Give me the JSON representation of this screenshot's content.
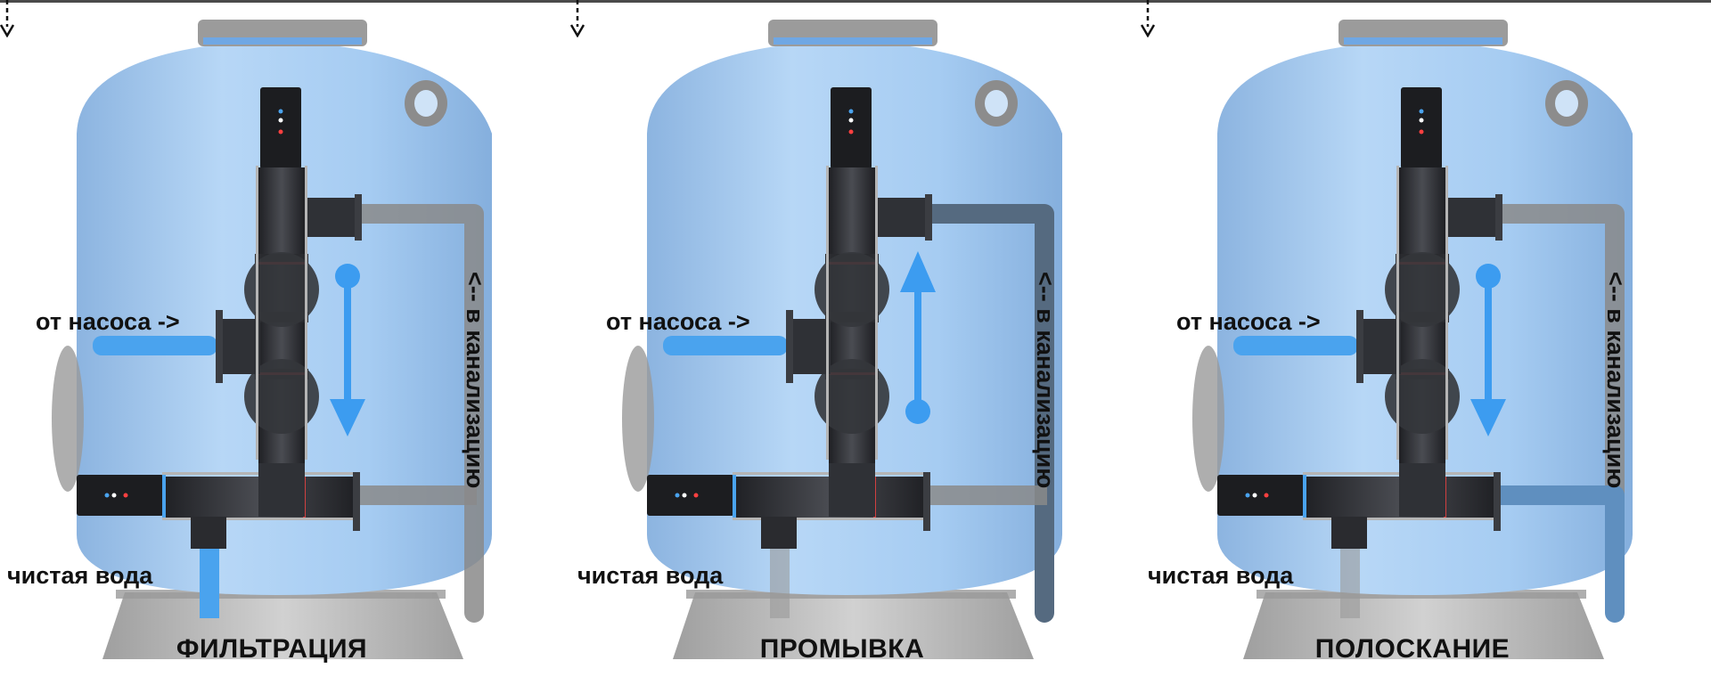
{
  "colors": {
    "tank": "#a9cdf2",
    "tank_dark": "#8fb6e2",
    "water": "#4aa3ee",
    "valve": "#2f3136",
    "pipe_gray": "#8a8a8a",
    "pipe_drain_active": "#556a80",
    "base": "#a8a8a8"
  },
  "labels": {
    "from_pump": "от насоса ->",
    "clean_water": "чистая вода",
    "drain": "<-- в канализацию"
  },
  "modes": [
    {
      "title": "ФИЛЬТРАЦИЯ",
      "flow": "down",
      "drain_active": false,
      "clean_active": true
    },
    {
      "title": "ПРОМЫВКА",
      "flow": "up",
      "drain_active": true,
      "clean_active": false
    },
    {
      "title": "ПОЛОСКАНИЕ",
      "flow": "down",
      "drain_active": true,
      "clean_active": false
    }
  ],
  "icons": {
    "flow_arrow": "flow-arrow-icon",
    "clean_arrow": "dashed-down-arrow-icon"
  }
}
